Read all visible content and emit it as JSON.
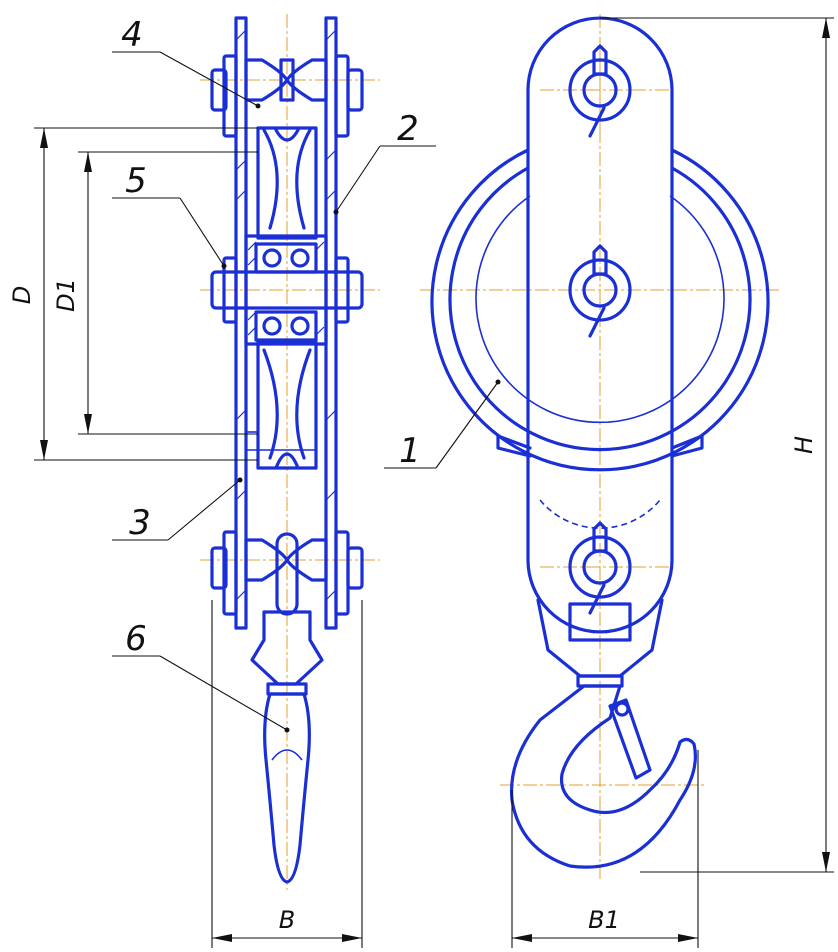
{
  "callouts": {
    "c1": "1",
    "c2": "2",
    "c3": "3",
    "c4": "4",
    "c5": "5",
    "c6": "6"
  },
  "dimensions": {
    "d": "D",
    "d1": "D1",
    "h": "H",
    "b": "B",
    "b1": "B1"
  },
  "colors": {
    "outline": "#1a2fd4",
    "leader": "#111111",
    "centerline": "#e0a030"
  }
}
